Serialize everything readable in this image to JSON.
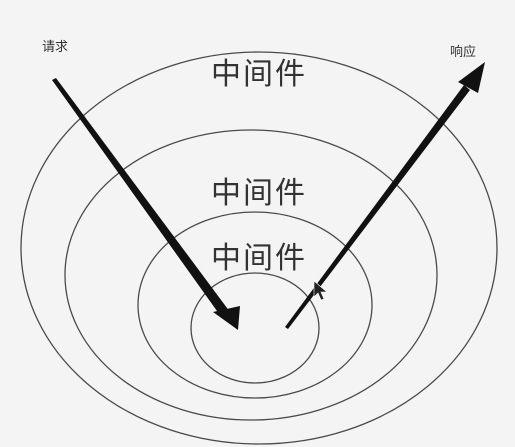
{
  "diagram": {
    "layers": [
      {
        "label": "中间件"
      },
      {
        "label": "中间件"
      },
      {
        "label": "中间件"
      }
    ],
    "request_label": "请求",
    "response_label": "响应"
  },
  "colors": {
    "background": "#f4f4f4",
    "stroke": "#4a4a4a",
    "arrow": "#111111"
  },
  "icons": {
    "cursor": "mouse-pointer-icon"
  }
}
